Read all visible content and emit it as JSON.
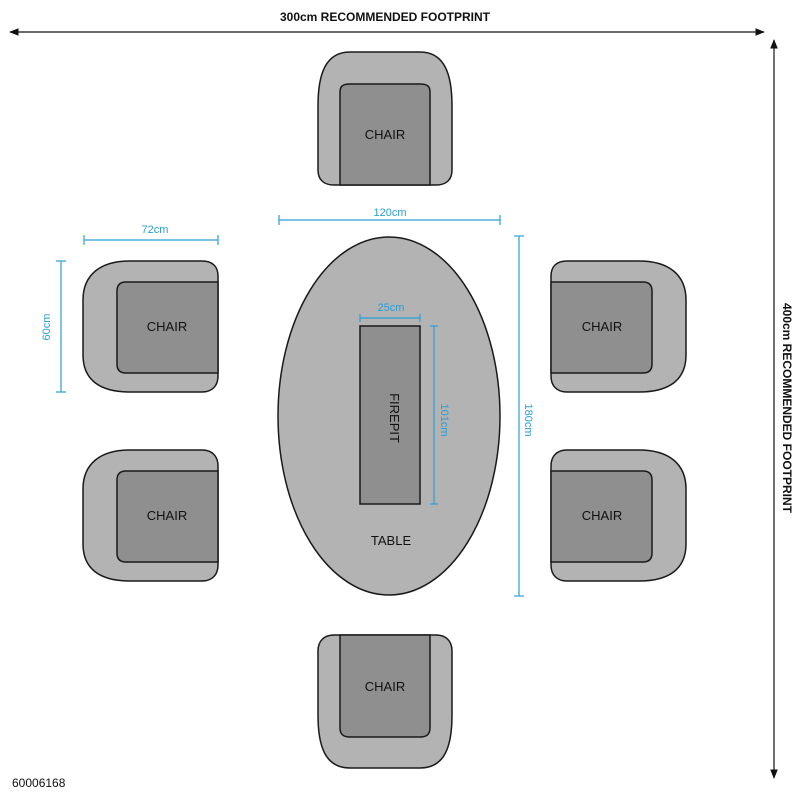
{
  "footprint": {
    "width_label": "300cm RECOMMENDED FOOTPRINT",
    "depth_label": "400cm RECOMMENDED FOOTPRINT"
  },
  "table": {
    "label": "TABLE",
    "width_label": "120cm",
    "length_label": "180cm"
  },
  "firepit": {
    "label": "FIREPIT",
    "width_label": "25cm",
    "length_label": "101cm"
  },
  "chair": {
    "label": "CHAIR",
    "width_label": "72cm",
    "depth_label": "60cm"
  },
  "chairs": [
    {
      "label": "CHAIR"
    },
    {
      "label": "CHAIR"
    },
    {
      "label": "CHAIR"
    },
    {
      "label": "CHAIR"
    },
    {
      "label": "CHAIR"
    },
    {
      "label": "CHAIR"
    }
  ],
  "product_code": "60006168",
  "colors": {
    "dimension": "#2a9fd6",
    "chair_shell": "#b3b3b3",
    "chair_seat": "#8f8f8f",
    "table": "#b3b3b3",
    "firepit": "#8f8f8f"
  }
}
